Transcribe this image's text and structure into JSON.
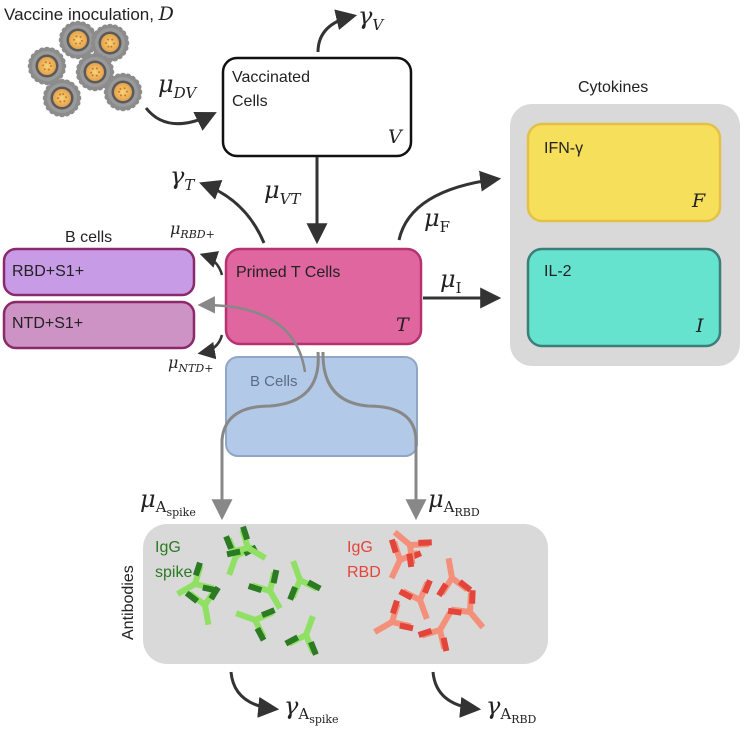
{
  "title": "Vaccine inoculation, ",
  "title_symbol": "D",
  "vaccinated_cells": {
    "line1": "Vaccinated",
    "line2": "Cells",
    "symbol": "V"
  },
  "primed_t_cells": {
    "label": "Primed T Cells",
    "symbol": "T"
  },
  "b_cells_panel": {
    "title": "B cells",
    "rbd": "RBD+S1+",
    "ntd": "NTD+S1+"
  },
  "b_cells_box": "B Cells",
  "cytokines": {
    "title": "Cytokines",
    "ifn": {
      "label": "IFN-γ",
      "symbol": "F"
    },
    "il2": {
      "label": "IL-2",
      "symbol": "I"
    }
  },
  "antibodies": {
    "title": "Antibodies",
    "spike": {
      "line1": "IgG",
      "line2": "spike"
    },
    "rbd": {
      "line1": "IgG",
      "line2": "RBD"
    }
  },
  "rates": {
    "mu": "μ",
    "gamma": "γ",
    "DV": "DV",
    "V": "V",
    "VT": "VT",
    "T": "T",
    "RBD_plus": "RBD+",
    "NTD_plus": "NTD+",
    "F": "F",
    "I": "I",
    "A": "A",
    "spike": "spike",
    "RBD": "RBD"
  },
  "colors": {
    "primed_t": "#e066a0",
    "rbd_cells": "#c79be6",
    "ntd_cells": "#cc93c4",
    "b_cells_box": "#b2c9e8",
    "ifn": "#f6df5a",
    "il2": "#66e3cf",
    "panel_gray": "#d9d9d9",
    "igg_spike_dark": "#2c7a23",
    "igg_spike_light": "#8fe063",
    "igg_rbd_dark": "#e3453a",
    "igg_rbd_light": "#f4907a"
  }
}
